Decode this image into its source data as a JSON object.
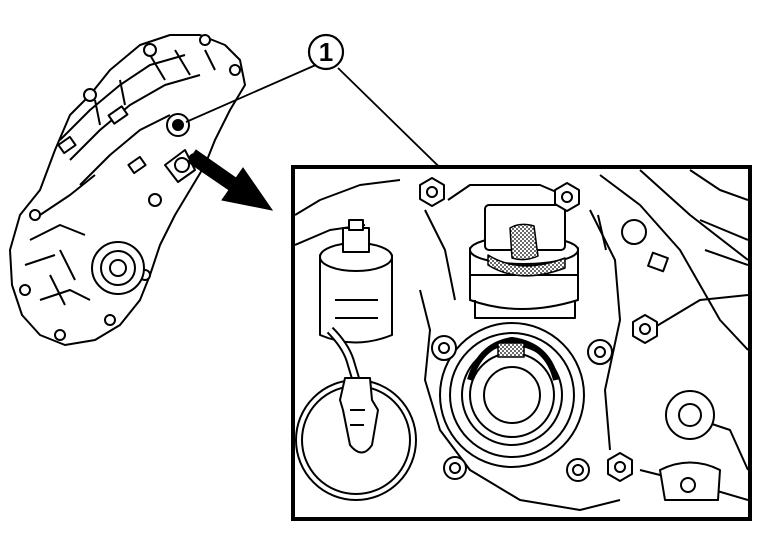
{
  "diagram": {
    "callouts": [
      {
        "label": "1"
      }
    ],
    "colors": {
      "line": "#000000",
      "background": "#ffffff",
      "stipple": "#9a9a9a"
    },
    "icons": {
      "pointer": "block-arrow-icon",
      "overview": "gearbox-housing-overview",
      "detail": "gearbox-detail-view"
    }
  }
}
